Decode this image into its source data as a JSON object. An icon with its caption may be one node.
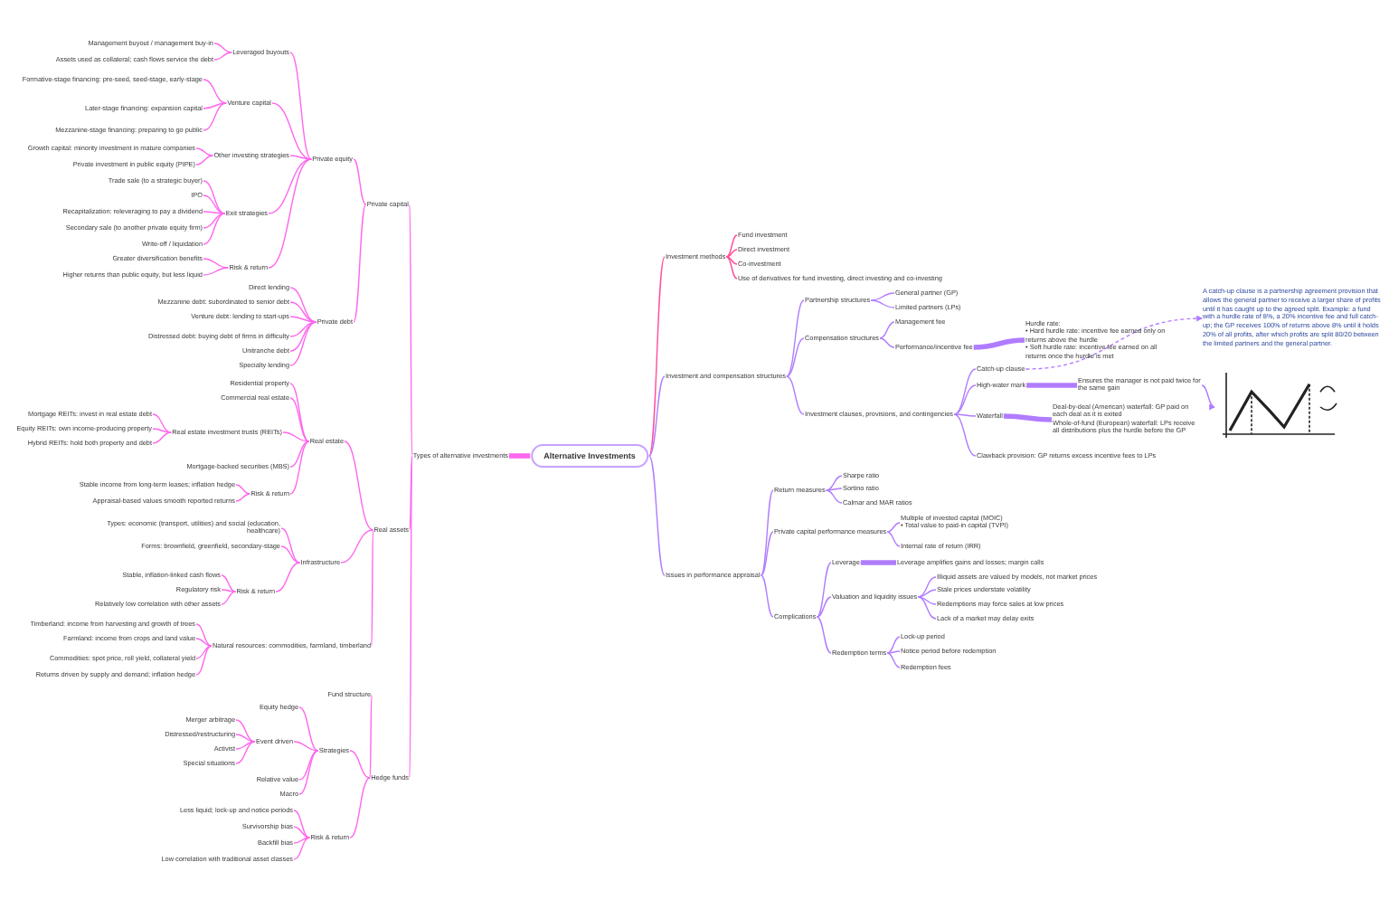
{
  "diagram": {
    "nodes": [
      {
        "text": [
          "Alternative Investments"
        ]
      },
      {
        "text": [
          "Types of alternative investments"
        ]
      },
      {
        "text": [
          "Private capital"
        ]
      },
      {
        "text": [
          "Private equity"
        ]
      },
      {
        "text": [
          "Leveraged buyouts"
        ]
      },
      {
        "text": [
          "Management buyout / management buy-in"
        ]
      },
      {
        "text": [
          "Assets used as collateral; cash flows service the debt"
        ]
      },
      {
        "text": [
          "Venture capital"
        ]
      },
      {
        "text": [
          "Formative-stage financing: pre-seed, seed-stage, early-stage"
        ]
      },
      {
        "text": [
          "Later-stage financing: expansion capital"
        ]
      },
      {
        "text": [
          "Mezzanine-stage financing: preparing to go public"
        ]
      },
      {
        "text": [
          "Other investing strategies"
        ]
      },
      {
        "text": [
          "Growth capital: minority investment in mature companies"
        ]
      },
      {
        "text": [
          "Private investment in public equity (PIPE)"
        ]
      },
      {
        "text": [
          "Exit strategies"
        ]
      },
      {
        "text": [
          "Trade sale (to a strategic buyer)"
        ]
      },
      {
        "text": [
          "IPO"
        ]
      },
      {
        "text": [
          "Recapitalization: releveraging to pay a dividend"
        ]
      },
      {
        "text": [
          "Secondary sale (to another private equity firm)"
        ]
      },
      {
        "text": [
          "Write-off / liquidation"
        ]
      },
      {
        "text": [
          "Risk & return"
        ]
      },
      {
        "text": [
          "Greater diversification benefits"
        ]
      },
      {
        "text": [
          "Higher returns than public equity, but less liquid"
        ]
      },
      {
        "text": [
          "Private debt"
        ]
      },
      {
        "text": [
          "Direct lending"
        ]
      },
      {
        "text": [
          "Mezzanine debt: subordinated to senior debt"
        ]
      },
      {
        "text": [
          "Venture debt: lending to start-ups"
        ]
      },
      {
        "text": [
          "Distressed debt: buying debt of firms in difficulty"
        ]
      },
      {
        "text": [
          "Unitranche debt"
        ]
      },
      {
        "text": [
          "Specialty lending"
        ]
      },
      {
        "text": [
          "Real assets"
        ]
      },
      {
        "text": [
          "Real estate"
        ]
      },
      {
        "text": [
          "Residential property"
        ]
      },
      {
        "text": [
          "Commercial real estate"
        ]
      },
      {
        "text": [
          "Real estate investment trusts (REITs)"
        ]
      },
      {
        "text": [
          "Mortgage REITs: invest in real estate debt"
        ]
      },
      {
        "text": [
          "Equity REITs: own income-producing property"
        ]
      },
      {
        "text": [
          "Hybrid REITs: hold both property and debt"
        ]
      },
      {
        "text": [
          "Mortgage-backed securities (MBS)"
        ]
      },
      {
        "text": [
          "Risk & return"
        ]
      },
      {
        "text": [
          "Stable income from long-term leases; inflation hedge"
        ]
      },
      {
        "text": [
          "Appraisal-based values smooth reported returns"
        ]
      },
      {
        "text": [
          "Infrastructure"
        ]
      },
      {
        "text": [
          "Types: economic (transport, utilities) and social (education, healthcare)"
        ]
      },
      {
        "text": [
          "Forms: brownfield, greenfield, secondary-stage"
        ]
      },
      {
        "text": [
          "Risk & return"
        ]
      },
      {
        "text": [
          "Stable, inflation-linked cash flows"
        ]
      },
      {
        "text": [
          "Regulatory risk"
        ]
      },
      {
        "text": [
          "Relatively low correlation with other assets"
        ]
      },
      {
        "text": [
          "Natural resources: commodities, farmland, timberland"
        ]
      },
      {
        "text": [
          "Timberland: income from harvesting and growth of trees"
        ]
      },
      {
        "text": [
          "Farmland: income from crops and land value"
        ]
      },
      {
        "text": [
          "Commodities: spot price, roll yield, collateral yield"
        ]
      },
      {
        "text": [
          "Returns driven by supply and demand; inflation hedge"
        ]
      },
      {
        "text": [
          "Hedge funds"
        ]
      },
      {
        "text": [
          "Fund structure"
        ]
      },
      {
        "text": [
          "Strategies"
        ]
      },
      {
        "text": [
          "Equity hedge"
        ]
      },
      {
        "text": [
          "Event driven"
        ]
      },
      {
        "text": [
          "Merger arbitrage"
        ]
      },
      {
        "text": [
          "Distressed/restructuring"
        ]
      },
      {
        "text": [
          "Activist"
        ]
      },
      {
        "text": [
          "Special situations"
        ]
      },
      {
        "text": [
          "Relative value"
        ]
      },
      {
        "text": [
          "Macro"
        ]
      },
      {
        "text": [
          "Risk & return"
        ]
      },
      {
        "text": [
          "Less liquid; lock-up and notice periods"
        ]
      },
      {
        "text": [
          "Survivorship bias"
        ]
      },
      {
        "text": [
          "Backfill bias"
        ]
      },
      {
        "text": [
          "Low correlation with traditional asset classes"
        ]
      },
      {
        "text": [
          "Investment methods"
        ]
      },
      {
        "text": [
          "Fund investment"
        ]
      },
      {
        "text": [
          "Direct investment"
        ]
      },
      {
        "text": [
          "Co-investment"
        ]
      },
      {
        "text": [
          "Use of derivatives for fund investing, direct investing and co-investing"
        ]
      },
      {
        "text": [
          "Investment and compensation structures"
        ]
      },
      {
        "text": [
          "Partnership structures"
        ]
      },
      {
        "text": [
          "General partner (GP)"
        ]
      },
      {
        "text": [
          "Limited partners (LPs)"
        ]
      },
      {
        "text": [
          "Compensation structures"
        ]
      },
      {
        "text": [
          "Management fee"
        ]
      },
      {
        "text": [
          "Performance/incentive fee"
        ]
      },
      {
        "text": [
          "Hurdle rate:",
          "• Hard hurdle rate: incentive fee earned only on returns above the hurdle",
          "• Soft hurdle rate: incentive fee earned on all returns once the hurdle is met"
        ]
      },
      {
        "text": [
          "Investment clauses, provisions, and contingencies"
        ]
      },
      {
        "text": [
          "Catch-up clause"
        ]
      },
      {
        "text": [
          "High-water mark"
        ]
      },
      {
        "text": [
          "Ensures the manager is not paid twice for the same gain"
        ]
      },
      {
        "text": [
          "Waterfall"
        ]
      },
      {
        "text": [
          "Deal-by-deal (American) waterfall: GP paid on each deal as it is exited",
          "Whole-of-fund (European) waterfall: LPs receive all distributions plus the hurdle before the GP"
        ]
      },
      {
        "text": [
          "Clawback provision: GP returns excess incentive fees to LPs"
        ]
      },
      {
        "text": [
          "A catch-up clause is a partnership agreement provision that allows the general partner to receive a larger share of profits until it has caught up to the agreed split. Example: a fund with a hurdle rate of 8%, a 20% incentive fee and full catch-up; the GP receives 100% of returns above 8% until it holds 20% of all profits, after which profits are split 80/20 between the limited partners and the general partner."
        ]
      },
      {
        "text": [],
        "shape": "picture"
      },
      {
        "text": [
          "Issues in performance appraisal"
        ]
      },
      {
        "text": [
          "Return measures"
        ]
      },
      {
        "text": [
          "Sharpe ratio"
        ]
      },
      {
        "text": [
          "Sortino ratio"
        ]
      },
      {
        "text": [
          "Calmar and MAR ratios"
        ]
      },
      {
        "text": [
          "Private capital performance measures"
        ]
      },
      {
        "text": [
          "Multiple of invested capital (MOIC)",
          "• Total value to paid-in capital (TVPI)"
        ]
      },
      {
        "text": [
          "Internal rate of return (IRR)"
        ]
      },
      {
        "text": [
          "Complications"
        ]
      },
      {
        "text": [
          "Leverage"
        ]
      },
      {
        "text": [
          "Leverage amplifies gains and losses; margin calls"
        ]
      },
      {
        "text": [
          "Valuation and liquidity issues"
        ]
      },
      {
        "text": [
          "Illiquid assets are valued by models, not market prices"
        ]
      },
      {
        "text": [
          "Stale prices understate volatility"
        ]
      },
      {
        "text": [
          "Redemptions may force sales at low prices"
        ]
      },
      {
        "text": [
          "Lack of a market may delay exits"
        ]
      },
      {
        "text": [
          "Redemption terms"
        ]
      },
      {
        "text": [
          "Lock-up period"
        ]
      },
      {
        "text": [
          "Notice period before redemption"
        ]
      },
      {
        "text": [
          "Redemption fees"
        ]
      }
    ],
    "edges": [
      {
        "from": 0,
        "to": 1,
        "arrow": "none",
        "style": "thick"
      },
      {
        "from": 1,
        "to": 2,
        "arrow": "none"
      },
      {
        "from": 1,
        "to": 30,
        "arrow": "none"
      },
      {
        "from": 1,
        "to": 54,
        "arrow": "none"
      },
      {
        "from": 2,
        "to": 3,
        "arrow": "none"
      },
      {
        "from": 2,
        "to": 23,
        "arrow": "none"
      },
      {
        "from": 3,
        "to": 4,
        "arrow": "none"
      },
      {
        "from": 3,
        "to": 7,
        "arrow": "none"
      },
      {
        "from": 3,
        "to": 11,
        "arrow": "none"
      },
      {
        "from": 3,
        "to": 14,
        "arrow": "none"
      },
      {
        "from": 3,
        "to": 20,
        "arrow": "none"
      },
      {
        "from": 4,
        "to": 5,
        "arrow": "none"
      },
      {
        "from": 4,
        "to": 6,
        "arrow": "none"
      },
      {
        "from": 7,
        "to": 8,
        "arrow": "none"
      },
      {
        "from": 7,
        "to": 9,
        "arrow": "none"
      },
      {
        "from": 7,
        "to": 10,
        "arrow": "none"
      },
      {
        "from": 11,
        "to": 12,
        "arrow": "none"
      },
      {
        "from": 11,
        "to": 13,
        "arrow": "none"
      },
      {
        "from": 14,
        "to": 15,
        "arrow": "none"
      },
      {
        "from": 14,
        "to": 16,
        "arrow": "none"
      },
      {
        "from": 14,
        "to": 17,
        "arrow": "none"
      },
      {
        "from": 14,
        "to": 18,
        "arrow": "none"
      },
      {
        "from": 14,
        "to": 19,
        "arrow": "none"
      },
      {
        "from": 20,
        "to": 21,
        "arrow": "none"
      },
      {
        "from": 20,
        "to": 22,
        "arrow": "none"
      },
      {
        "from": 23,
        "to": 24,
        "arrow": "none"
      },
      {
        "from": 23,
        "to": 25,
        "arrow": "none"
      },
      {
        "from": 23,
        "to": 26,
        "arrow": "none"
      },
      {
        "from": 23,
        "to": 27,
        "arrow": "none"
      },
      {
        "from": 23,
        "to": 28,
        "arrow": "none"
      },
      {
        "from": 23,
        "to": 29,
        "arrow": "none"
      },
      {
        "from": 30,
        "to": 31,
        "arrow": "none"
      },
      {
        "from": 30,
        "to": 42,
        "arrow": "none"
      },
      {
        "from": 30,
        "to": 49,
        "arrow": "none"
      },
      {
        "from": 31,
        "to": 32,
        "arrow": "none"
      },
      {
        "from": 31,
        "to": 33,
        "arrow": "none"
      },
      {
        "from": 31,
        "to": 34,
        "arrow": "none"
      },
      {
        "from": 31,
        "to": 38,
        "arrow": "none"
      },
      {
        "from": 31,
        "to": 39,
        "arrow": "none"
      },
      {
        "from": 34,
        "to": 35,
        "arrow": "none"
      },
      {
        "from": 34,
        "to": 36,
        "arrow": "none"
      },
      {
        "from": 34,
        "to": 37,
        "arrow": "none"
      },
      {
        "from": 39,
        "to": 40,
        "arrow": "none"
      },
      {
        "from": 39,
        "to": 41,
        "arrow": "none"
      },
      {
        "from": 42,
        "to": 43,
        "arrow": "none"
      },
      {
        "from": 42,
        "to": 44,
        "arrow": "none"
      },
      {
        "from": 42,
        "to": 45,
        "arrow": "none"
      },
      {
        "from": 45,
        "to": 46,
        "arrow": "none"
      },
      {
        "from": 45,
        "to": 47,
        "arrow": "none"
      },
      {
        "from": 45,
        "to": 48,
        "arrow": "none"
      },
      {
        "from": 49,
        "to": 50,
        "arrow": "none"
      },
      {
        "from": 49,
        "to": 51,
        "arrow": "none"
      },
      {
        "from": 49,
        "to": 52,
        "arrow": "none"
      },
      {
        "from": 49,
        "to": 53,
        "arrow": "none"
      },
      {
        "from": 54,
        "to": 55,
        "arrow": "none"
      },
      {
        "from": 54,
        "to": 56,
        "arrow": "none"
      },
      {
        "from": 54,
        "to": 65,
        "arrow": "none"
      },
      {
        "from": 56,
        "to": 57,
        "arrow": "none"
      },
      {
        "from": 56,
        "to": 58,
        "arrow": "none"
      },
      {
        "from": 56,
        "to": 63,
        "arrow": "none"
      },
      {
        "from": 56,
        "to": 64,
        "arrow": "none"
      },
      {
        "from": 58,
        "to": 59,
        "arrow": "none"
      },
      {
        "from": 58,
        "to": 60,
        "arrow": "none"
      },
      {
        "from": 58,
        "to": 61,
        "arrow": "none"
      },
      {
        "from": 58,
        "to": 62,
        "arrow": "none"
      },
      {
        "from": 65,
        "to": 66,
        "arrow": "none"
      },
      {
        "from": 65,
        "to": 67,
        "arrow": "none"
      },
      {
        "from": 65,
        "to": 68,
        "arrow": "none"
      },
      {
        "from": 65,
        "to": 69,
        "arrow": "none"
      },
      {
        "from": 0,
        "to": 70,
        "arrow": "none",
        "color": "#ff4f9a"
      },
      {
        "from": 70,
        "to": 71,
        "arrow": "none",
        "color": "#ff4f9a"
      },
      {
        "from": 70,
        "to": 72,
        "arrow": "none",
        "color": "#ff4f9a"
      },
      {
        "from": 70,
        "to": 73,
        "arrow": "none",
        "color": "#ff4f9a"
      },
      {
        "from": 70,
        "to": 74,
        "arrow": "none",
        "color": "#ff4f9a"
      },
      {
        "from": 0,
        "to": 75,
        "arrow": "none",
        "color": "#b07cff"
      },
      {
        "from": 75,
        "to": 76,
        "arrow": "none",
        "color": "#b07cff"
      },
      {
        "from": 75,
        "to": 79,
        "arrow": "none",
        "color": "#b07cff"
      },
      {
        "from": 75,
        "to": 83,
        "arrow": "none",
        "color": "#b07cff"
      },
      {
        "from": 76,
        "to": 77,
        "arrow": "none",
        "color": "#b07cff"
      },
      {
        "from": 76,
        "to": 78,
        "arrow": "none",
        "color": "#b07cff"
      },
      {
        "from": 79,
        "to": 80,
        "arrow": "none",
        "color": "#b07cff"
      },
      {
        "from": 79,
        "to": 81,
        "arrow": "none",
        "color": "#b07cff"
      },
      {
        "from": 81,
        "to": 82,
        "arrow": "none",
        "style": "thick",
        "color": "#b07cff"
      },
      {
        "from": 83,
        "to": 84,
        "arrow": "none",
        "color": "#b07cff"
      },
      {
        "from": 83,
        "to": 85,
        "arrow": "none",
        "color": "#b07cff"
      },
      {
        "from": 83,
        "to": 87,
        "arrow": "none",
        "color": "#b07cff"
      },
      {
        "from": 83,
        "to": 89,
        "arrow": "none",
        "color": "#b07cff"
      },
      {
        "from": 85,
        "to": 86,
        "arrow": "none",
        "style": "thick",
        "color": "#b07cff"
      },
      {
        "from": 87,
        "to": 88,
        "arrow": "none",
        "style": "thick",
        "color": "#b07cff"
      },
      {
        "from": 84,
        "to": 90,
        "arrow": "to",
        "style": "dashed",
        "color": "#b07cff"
      },
      {
        "from": 86,
        "to": 91,
        "arrow": "to",
        "color": "#b07cff"
      },
      {
        "from": 0,
        "to": 92,
        "arrow": "none",
        "color": "#b07cff"
      },
      {
        "from": 92,
        "to": 93,
        "arrow": "none",
        "color": "#b07cff"
      },
      {
        "from": 92,
        "to": 97,
        "arrow": "none",
        "color": "#b07cff"
      },
      {
        "from": 92,
        "to": 100,
        "arrow": "none",
        "color": "#b07cff"
      },
      {
        "from": 93,
        "to": 94,
        "arrow": "none",
        "color": "#b07cff"
      },
      {
        "from": 93,
        "to": 95,
        "arrow": "none",
        "color": "#b07cff"
      },
      {
        "from": 93,
        "to": 96,
        "arrow": "none",
        "color": "#b07cff"
      },
      {
        "from": 97,
        "to": 98,
        "arrow": "none",
        "color": "#b07cff"
      },
      {
        "from": 97,
        "to": 99,
        "arrow": "none",
        "color": "#b07cff"
      },
      {
        "from": 100,
        "to": 101,
        "arrow": "none",
        "color": "#b07cff"
      },
      {
        "from": 100,
        "to": 103,
        "arrow": "none",
        "color": "#b07cff"
      },
      {
        "from": 100,
        "to": 108,
        "arrow": "none",
        "color": "#b07cff"
      },
      {
        "from": 101,
        "to": 102,
        "arrow": "none",
        "style": "thick",
        "color": "#b07cff"
      },
      {
        "from": 103,
        "to": 104,
        "arrow": "none",
        "color": "#b07cff"
      },
      {
        "from": 103,
        "to": 105,
        "arrow": "none",
        "color": "#b07cff"
      },
      {
        "from": 103,
        "to": 106,
        "arrow": "none",
        "color": "#b07cff"
      },
      {
        "from": 103,
        "to": 107,
        "arrow": "none",
        "color": "#b07cff"
      },
      {
        "from": 108,
        "to": 109,
        "arrow": "none",
        "color": "#b07cff"
      },
      {
        "from": 108,
        "to": 110,
        "arrow": "none",
        "color": "#b07cff"
      },
      {
        "from": 108,
        "to": 111,
        "arrow": "none",
        "color": "#b07cff"
      }
    ]
  }
}
